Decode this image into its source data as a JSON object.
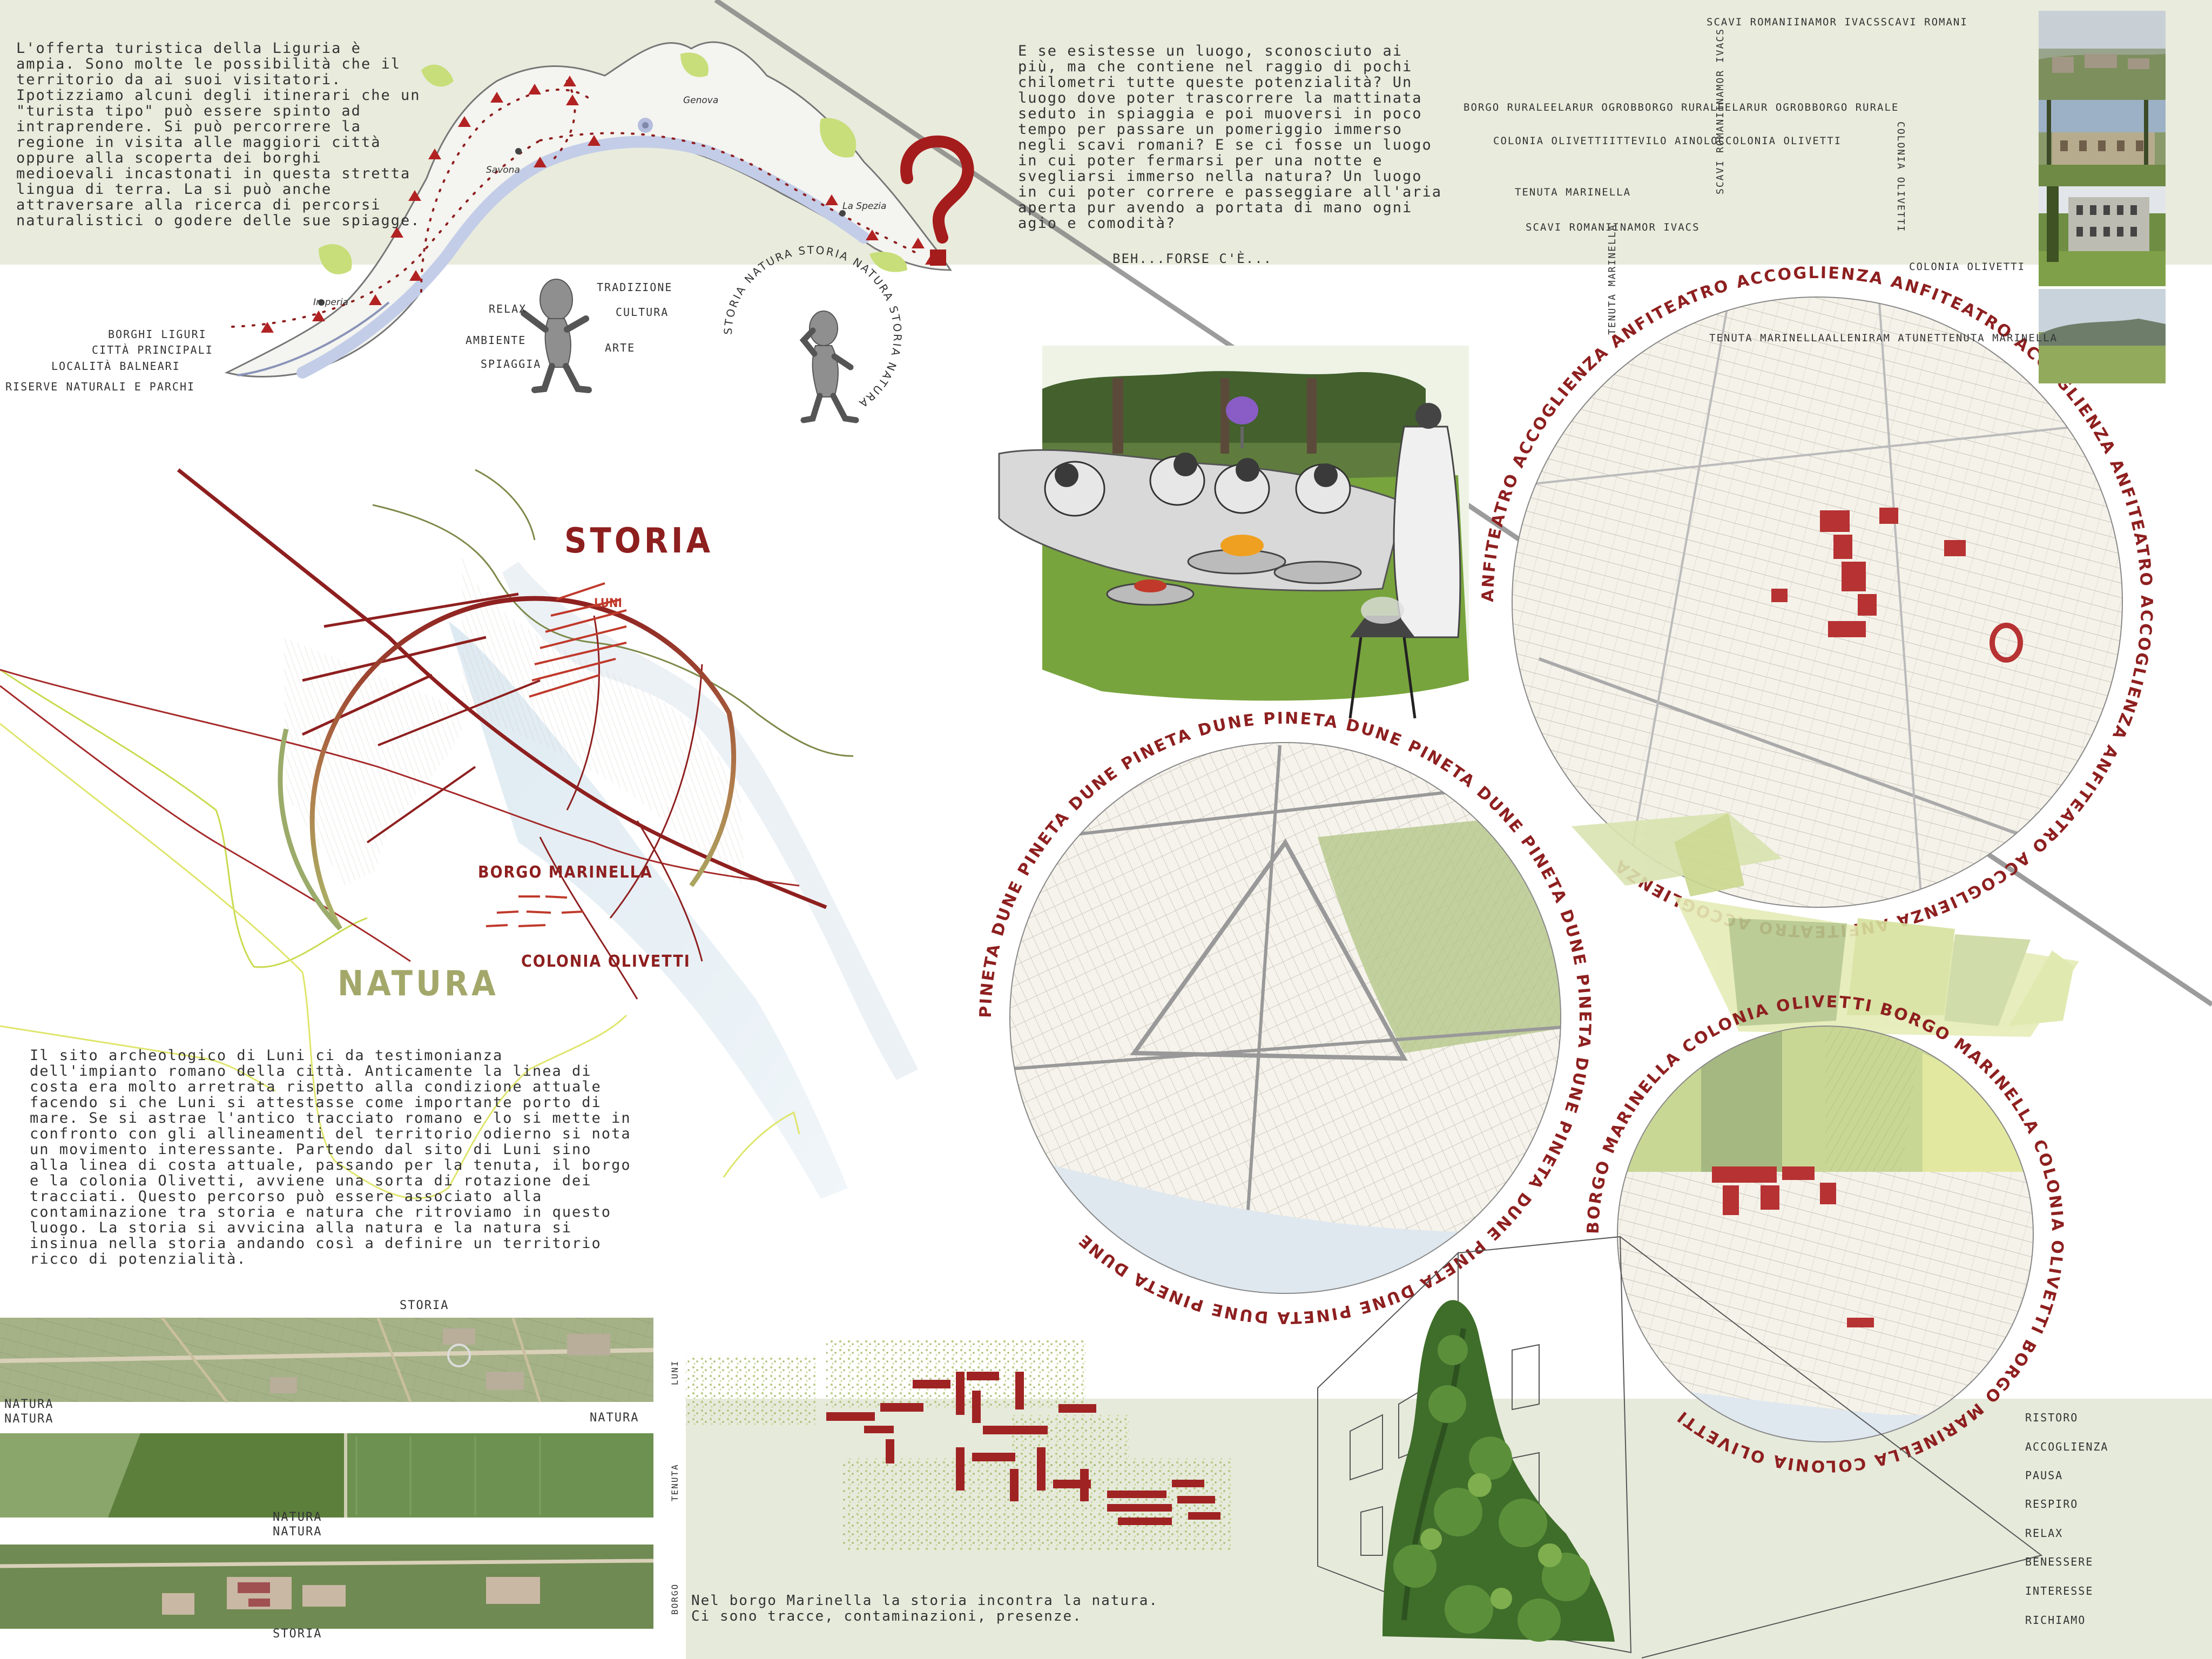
{
  "intro_text": "L'offerta turistica della Liguria è ampia. Sono molte le possibilità che il territorio da ai suoi visitatori. Ipotizziamo alcuni degli itinerari che un \"turista tipo\" può essere spinto ad intraprendere. Si può percorrere la regione in visita alle maggiori città oppure alla scoperta dei borghi medioevali incastonati in questa stretta lingua di terra. La si può anche attraversare alla ricerca di percorsi naturalistici o godere delle sue spiagge.",
  "question_text": "E se esistesse un luogo, sconosciuto ai più, ma che contiene nel raggio di pochi chilometri tutte queste potenzialità? Un luogo dove poter trascorrere la mattinata seduto in spiaggia e poi muoversi in poco tempo per passare un pomeriggio immerso negli scavi romani? E se ci fosse un luogo in cui poter fermarsi per una notte e svegliarsi immerso nella natura? Un luogo in cui poter correre e passeggiare all'aria aperta pur avendo a portata di mano ogni agio e comodità?",
  "forse": "BEH...FORSE C'È...",
  "map": {
    "cities": [
      "Genova",
      "Savona",
      "La Spezia",
      "Imperia"
    ],
    "legend": [
      "BORGHI LIGURI",
      "CITTÀ PRINCIPALI",
      "LOCALITÀ BALNEARI",
      "RISERVE NATURALI E PARCHI"
    ],
    "question_mark": "?"
  },
  "figure_words": [
    "TRADIZIONE",
    "RELAX",
    "CULTURA",
    "AMBIENTE",
    "ARTE",
    "SPIAGGIA"
  ],
  "ring_small": "STORIA NATURA STORIA NATURA STORIA NATURA ",
  "word_grid": {
    "scavi_row": "SCAVI ROMANIINAMOR IVACSSCAVI ROMANI",
    "borgo_row": "BORGO RURALEELARUR OGROBBORGO RURALEELARUR OGROBBORGO RURALE",
    "colonia_row": "COLONIA OLIVETTIITTEVILO AINOLOCCOLONIA OLIVETTI",
    "tenuta_row1": "TENUTA MARINELLA",
    "scavi_row2": "SCAVI ROMANIINAMOR IVACS",
    "colonia_end": "COLONIA OLIVETTI",
    "tenuta_row2": "TENUTA MARINELLAALLENIRAM ATUNETTENUTA MARINELLA",
    "vert_scavi": "SCAVI ROMANIINAMOR IVACS",
    "vert_colonia": "COLONIA OLIVETTI",
    "vert_tenuta": "TENUTA MARINELLA"
  },
  "diagram": {
    "storia": "STORIA",
    "natura": "NATURA",
    "luni": "LUNI",
    "borgo": "BORGO MARINELLA",
    "colonia": "COLONIA OLIVETTI"
  },
  "luni_text": "Il sito archeologico di Luni ci da testimonianza dell'impianto romano della città. Anticamente la linea di costa era molto arretrata rispetto alla condizione attuale facendo si che Luni si attestasse come importante porto di mare. Se si astrae l'antico tracciato romano e lo si mette in confronto con gli allineamenti del territorio odierno si nota un movimento interessante. Partendo dal sito di Luni sino alla linea di costa attuale, passando per la tenuta, il borgo e la colonia Olivetti, avviene una sorta di rotazione dei tracciati. Questo percorso può essere associato alla contaminazione tra storia e natura che ritroviamo in questo luogo. La storia si avvicina alla natura e la natura si insinua nella storia andando così a definire un territorio ricco di potenzialità.",
  "circles": {
    "anfiteatro": "ANFITEATRO ACCOGLIENZA ",
    "pineta": "PINETA DUNE ",
    "borgo_colonia": "BORGO MARINELLA COLONIA OLIVETTI "
  },
  "aerial_labels": {
    "top": "STORIA",
    "natura1": "NATURA",
    "natura2": "NATURA",
    "natura3": "NATURA",
    "natura4": "NATURA",
    "natura5": "NATURA",
    "bottom": "STORIA",
    "side1": "LUNI",
    "side2": "TENUTA",
    "side3": "BORGO"
  },
  "borgo_caption": "Nel borgo Marinella la storia incontra la natura.\nCi sono tracce, contaminazioni, presenze.",
  "keywords": [
    "RISTORO",
    "ACCOGLIENZA",
    "PAUSA",
    "RESPIRO",
    "RELAX",
    "BENESSERE",
    "INTERESSE",
    "RICHIAMO"
  ],
  "colors": {
    "accent_red": "#8e1f1f",
    "band": "#e9ebdd",
    "green": "#c6d88a"
  }
}
